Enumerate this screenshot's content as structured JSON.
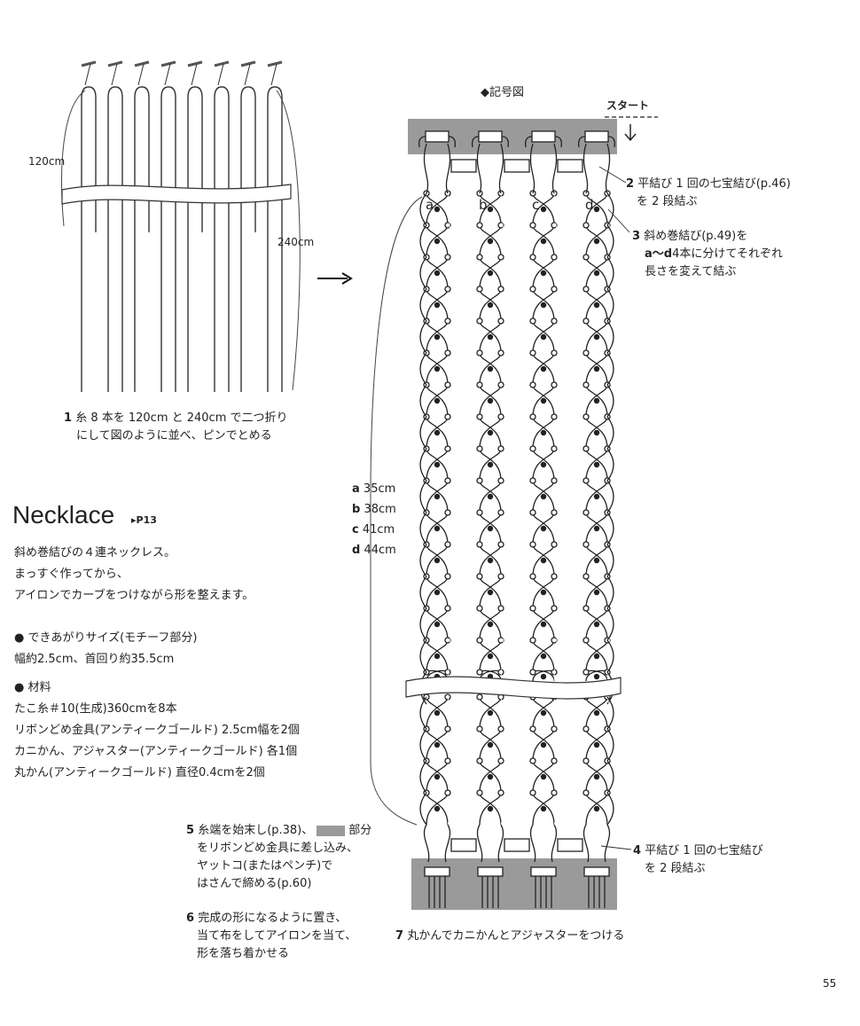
{
  "step1": {
    "num": "1",
    "line1": "糸 8 本を 120cm と 240cm で二つ折り",
    "line2": "にして図のように並べ、ピンでとめる"
  },
  "dims": {
    "short": "120cm",
    "long": "240cm"
  },
  "diagram_title": "◆記号図",
  "start_label": "スタート",
  "strand_labels": [
    "a",
    "b",
    "c",
    "d"
  ],
  "step2": {
    "num": "2",
    "line1": "平結び 1 回の七宝結び(p.46)",
    "line2": "を 2 段結ぶ"
  },
  "step3": {
    "num": "3",
    "line1": "斜め巻結び(p.49)を",
    "line2_bold": "a～d",
    "line2": "4本に分けてそれぞれ",
    "line3": "長さを変えて結ぶ"
  },
  "lengths": [
    {
      "key": "a",
      "value": "35cm"
    },
    {
      "key": "b",
      "value": "38cm"
    },
    {
      "key": "c",
      "value": "41cm"
    },
    {
      "key": "d",
      "value": "44cm"
    }
  ],
  "title": "Necklace",
  "page_ref": "P13",
  "intro": [
    "斜め巻結びの４連ネックレス。",
    "まっすぐ作ってから、",
    "アイロンでカーブをつけながら形を整えます。"
  ],
  "size": {
    "heading": "できあがりサイズ(モチーフ部分)",
    "value": "幅約2.5cm、首回り約35.5cm"
  },
  "materials": {
    "heading": "材料",
    "items": [
      "たこ糸＃10(生成)360cmを8本",
      "リボンどめ金具(アンティークゴールド) 2.5cm幅を2個",
      "カニかん、アジャスター(アンティークゴールド) 各1個",
      "丸かん(アンティークゴールド) 直径0.4cmを2個"
    ]
  },
  "step4": {
    "num": "4",
    "line1": "平結び 1 回の七宝結び",
    "line2": "を 2 段結ぶ"
  },
  "step5": {
    "num": "5",
    "line1a": "糸端を始末し(p.38)、",
    "line1b": "部分",
    "line2": "をリボンどめ金具に差し込み、",
    "line3": "ヤットコ(またはペンチ)で",
    "line4": "はさんで締める(p.60)"
  },
  "step6": {
    "num": "6",
    "line1": "完成の形になるように置き、",
    "line2": "当て布をしてアイロンを当て、",
    "line3": "形を落ち着かせる"
  },
  "step7": {
    "num": "7",
    "text": "丸かんでカニかんとアジャスターをつける"
  },
  "page_number": "55"
}
